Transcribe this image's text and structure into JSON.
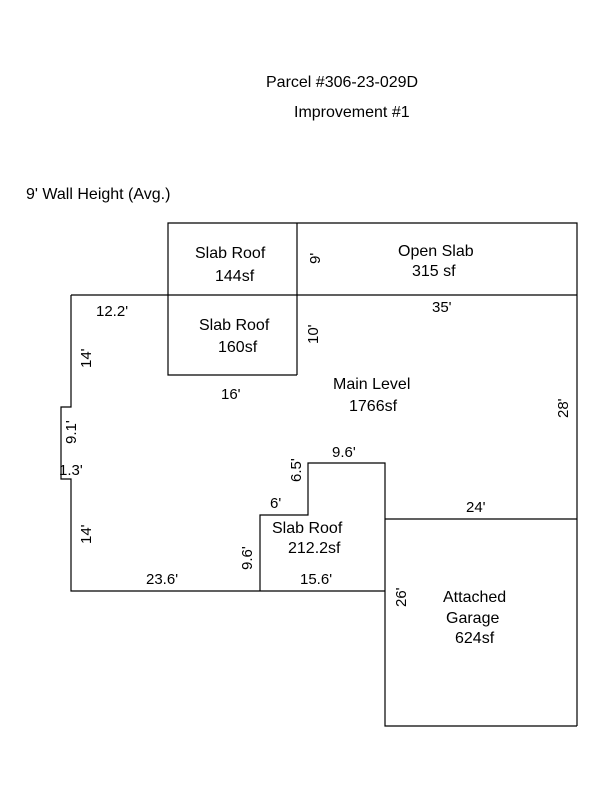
{
  "header": {
    "parcel": "Parcel #306-23-029D",
    "improvement": "Improvement #1",
    "wall_height": "9' Wall Height (Avg.)"
  },
  "areas": {
    "slab_roof_top": {
      "name": "Slab Roof",
      "area": "144sf"
    },
    "open_slab": {
      "name": "Open Slab",
      "area": "315 sf"
    },
    "slab_roof_mid": {
      "name": "Slab Roof",
      "area": "160sf"
    },
    "main_level": {
      "name": "Main Level",
      "area": "1766sf"
    },
    "slab_roof_low": {
      "name": "Slab Roof",
      "area": "212.2sf"
    },
    "garage": {
      "line1": "Attached",
      "line2": "Garage",
      "area": "624sf"
    }
  },
  "dimensions": {
    "d_9": "9'",
    "d_12_2": "12.2'",
    "d_35": "35'",
    "d_10": "10'",
    "d_14_top": "14'",
    "d_16": "16'",
    "d_28": "28'",
    "d_9_1": "9.1'",
    "d_1_3": "1.3'",
    "d_9_6_top": "9.6'",
    "d_6_5": "6.5'",
    "d_6": "6'",
    "d_24": "24'",
    "d_14_bottom": "14'",
    "d_9_6_left": "9.6'",
    "d_23_6": "23.6'",
    "d_15_6": "15.6'",
    "d_26": "26'"
  }
}
